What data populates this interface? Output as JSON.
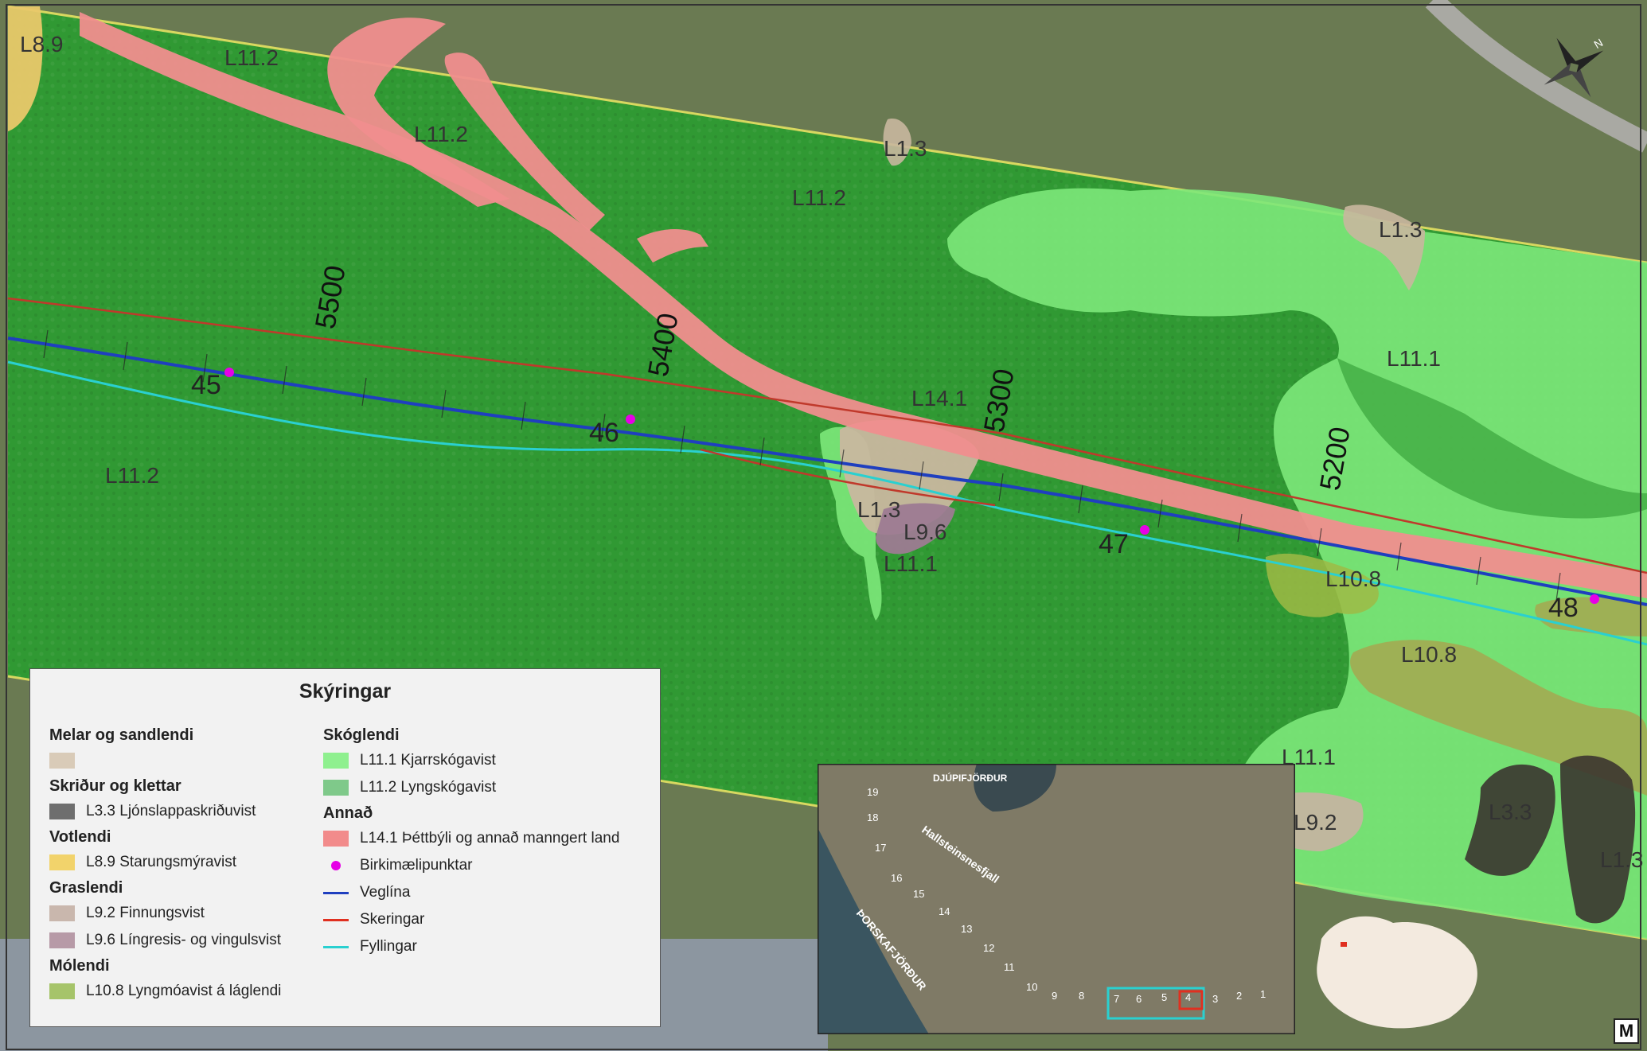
{
  "map": {
    "habitat_labels": [
      {
        "code": "L8.9"
      },
      {
        "code": "L11.2"
      },
      {
        "code": "L11.2"
      },
      {
        "code": "L1.3"
      },
      {
        "code": "L11.2"
      },
      {
        "code": "L1.3"
      },
      {
        "code": "L11.1"
      },
      {
        "code": "L14.1"
      },
      {
        "code": "L11.2"
      },
      {
        "code": "L1.3"
      },
      {
        "code": "L9.6"
      },
      {
        "code": "L11.1"
      },
      {
        "code": "L10.8"
      },
      {
        "code": "L10.8"
      },
      {
        "code": "L11.1"
      },
      {
        "code": "L9.2"
      },
      {
        "code": "L3.3"
      },
      {
        "code": "L1.3"
      }
    ],
    "chainage_labels": [
      "5500",
      "5400",
      "5300",
      "5200"
    ],
    "point_labels": [
      "45",
      "46",
      "47",
      "48"
    ]
  },
  "legend": {
    "title": "Skýringar",
    "groups": {
      "melar": "Melar og sandlendi",
      "skridur": "Skriður og klettar",
      "votlendi": "Votlendi",
      "graslendi": "Graslendi",
      "molendi": "Mólendi",
      "skoglendi": "Skóglendi",
      "annad": "Annað"
    },
    "items": {
      "l33": "L3.3 Ljónslappaskriðuvist",
      "l89": "L8.9 Starungsmýravist",
      "l92": "L9.2 Finnungsvist",
      "l96": "L9.6 Língresis- og vingulsvist",
      "l108": "L10.8 Lyngmóavist á láglendi",
      "l111": "L11.1 Kjarrskógavist",
      "l112": "L11.2 Lyngskógavist",
      "l141": "L14.1 Þéttbýli og annað manngert land",
      "birki": "Birkimælipunktar",
      "vegl": "Veglína",
      "sker": "Skeringar",
      "fyll": "Fyllingar"
    },
    "colors": {
      "melar": "#d9cbb8",
      "l33": "#6e6e6e",
      "l89": "#f2d36b",
      "l92": "#c9b7ad",
      "l96": "#b79aa7",
      "l108": "#a6c46a",
      "l111": "#8ff08f",
      "l112": "#7fc98a",
      "l141": "#f28b8b",
      "birki": "#e600e6",
      "vegl": "#1f3fbf",
      "sker": "#e03020",
      "fyll": "#2ad0d0"
    }
  },
  "inset": {
    "places": [
      "DJÚPIFJÖRÐUR",
      "Hallsteinsnesfjall",
      "ÞORSKAFJÖRÐUR"
    ],
    "sections": [
      "19",
      "18",
      "17",
      "16",
      "15",
      "14",
      "13",
      "12",
      "11",
      "10",
      "9",
      "8",
      "7",
      "6",
      "5",
      "4",
      "3",
      "2",
      "1"
    ]
  },
  "compass": {
    "north": "N"
  },
  "logo": {
    "text": "M"
  }
}
